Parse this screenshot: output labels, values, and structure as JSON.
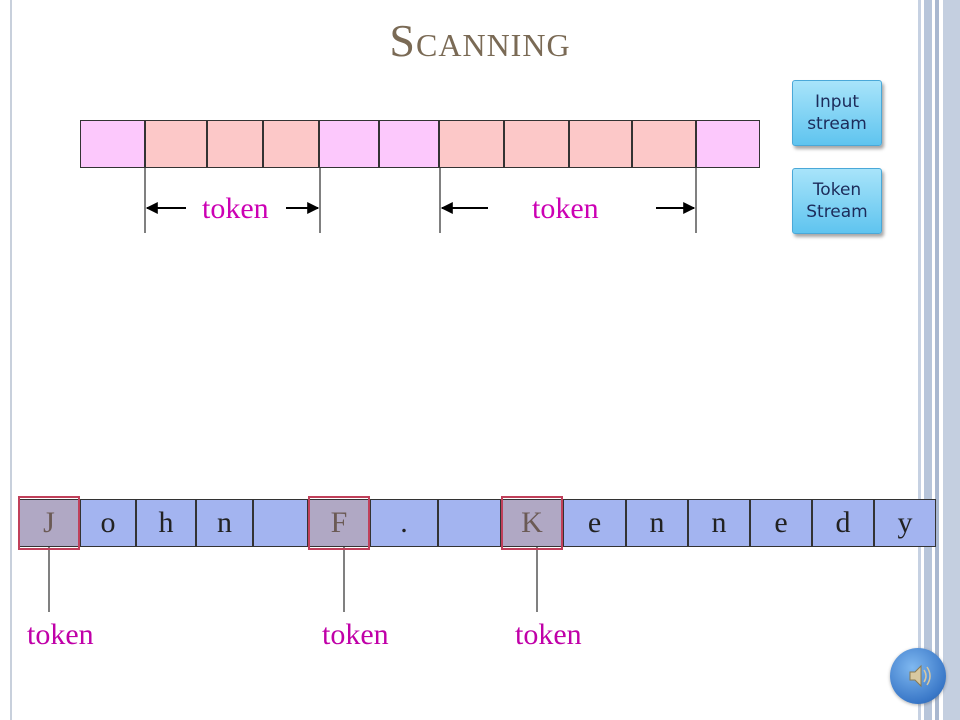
{
  "slide": {
    "title": "Scanning"
  },
  "buttons": {
    "input_stream": "Input stream",
    "token_stream": "Token Stream"
  },
  "top_diagram": {
    "cells": [
      {
        "w": 65,
        "color": "#fcc8fc"
      },
      {
        "w": 62,
        "color": "#fcc8c8"
      },
      {
        "w": 56,
        "color": "#fcc8c8"
      },
      {
        "w": 56,
        "color": "#fcc8c8"
      },
      {
        "w": 60,
        "color": "#fcc8fc"
      },
      {
        "w": 60,
        "color": "#fcc8fc"
      },
      {
        "w": 65,
        "color": "#fcc8c8"
      },
      {
        "w": 65,
        "color": "#fcc8c8"
      },
      {
        "w": 63,
        "color": "#fcc8c8"
      },
      {
        "w": 64,
        "color": "#fcc8c8"
      },
      {
        "w": 64,
        "color": "#fcc8fc"
      }
    ],
    "token_labels": [
      "token",
      "token"
    ]
  },
  "bottom_diagram": {
    "chars": [
      "J",
      "o",
      "h",
      "n",
      "",
      "F",
      ".",
      "",
      "K",
      "e",
      "n",
      "n",
      "e",
      "d",
      "y"
    ],
    "highlighted": [
      0,
      5,
      8
    ],
    "token_labels": [
      "token",
      "token",
      "token"
    ]
  },
  "colors": {
    "token_text": "#cc00b4",
    "char_cell": "#a3b4f0",
    "token_cell": "#fcc8c8",
    "separator_cell": "#fcc8fc",
    "button": "#5fc4ef"
  },
  "icons": {
    "speaker": "speaker-icon"
  }
}
